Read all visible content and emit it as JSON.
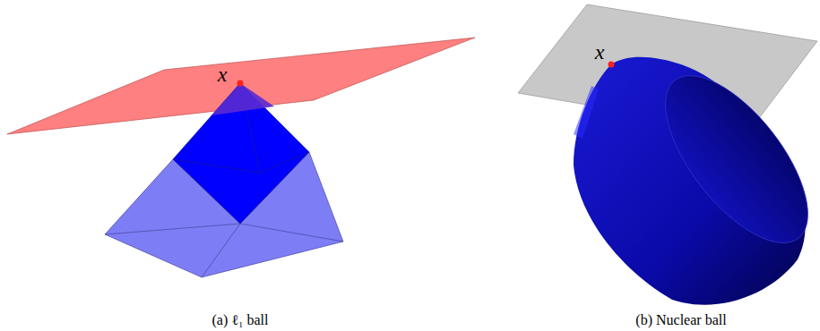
{
  "diagram": {
    "labels": [
      "x",
      "(a) ℓ₁ ball",
      "x",
      "(b) Nuclear ball"
    ]
  }
}
